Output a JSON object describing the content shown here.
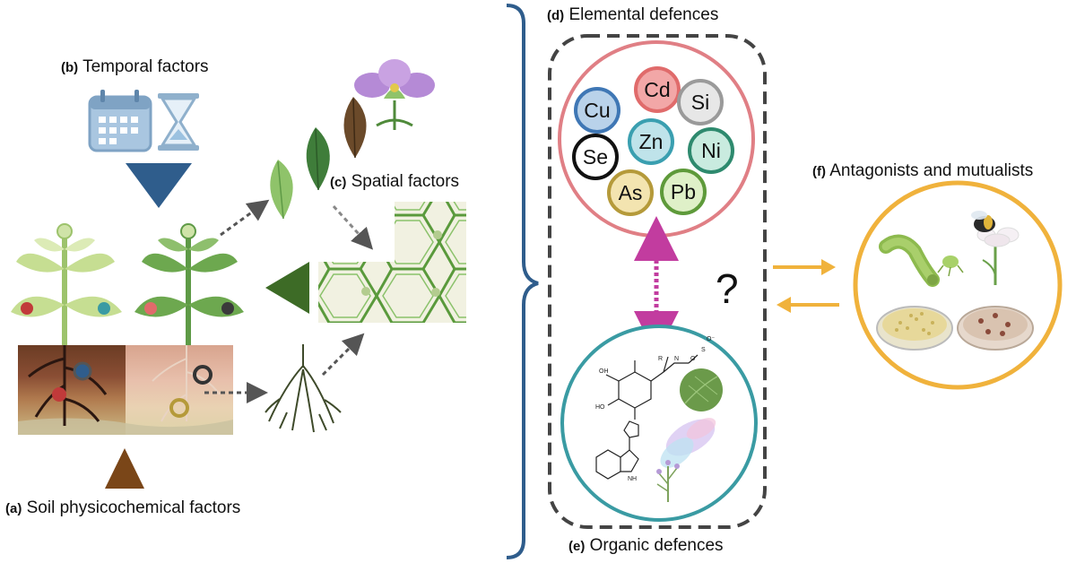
{
  "labels": {
    "a": {
      "tag": "(a)",
      "text": "Soil physicochemical factors"
    },
    "b": {
      "tag": "(b)",
      "text": "Temporal factors"
    },
    "c": {
      "tag": "(c)",
      "text": "Spatial factors"
    },
    "d": {
      "tag": "(d)",
      "text": "Elemental defences"
    },
    "e": {
      "tag": "(e)",
      "text": "Organic defences"
    },
    "f": {
      "tag": "(f)",
      "text": "Antagonists and mutualists"
    }
  },
  "question_mark": "?",
  "elements": [
    {
      "symbol": "Cd",
      "color": "#e06b6b"
    },
    {
      "symbol": "Cu",
      "color": "#3f77b5"
    },
    {
      "symbol": "Si",
      "color": "#9a9a9a"
    },
    {
      "symbol": "Zn",
      "color": "#3a9fb0"
    },
    {
      "symbol": "Se",
      "color": "#111111"
    },
    {
      "symbol": "Ni",
      "color": "#2e8a6e"
    },
    {
      "symbol": "As",
      "color": "#b59a3a"
    },
    {
      "symbol": "Pb",
      "color": "#5e9a3a"
    }
  ],
  "chem_labels": [
    "R",
    "N",
    "O",
    "S",
    "OH",
    "HO",
    "NH",
    "O⁻"
  ],
  "colors": {
    "elemental_circle": "#e07f85",
    "organic_circle": "#3a9ba3",
    "antagonist_circle": "#f0b23c",
    "brace": "#2f5d8c",
    "temporal_arrow": "#2f5d8c",
    "spatial_arrow": "#3d6b26",
    "soil_arrow": "#7a4618",
    "dashed_box": "#444444",
    "link_arrow": "#c23c9f",
    "exchange_arrow": "#f0b23c"
  }
}
